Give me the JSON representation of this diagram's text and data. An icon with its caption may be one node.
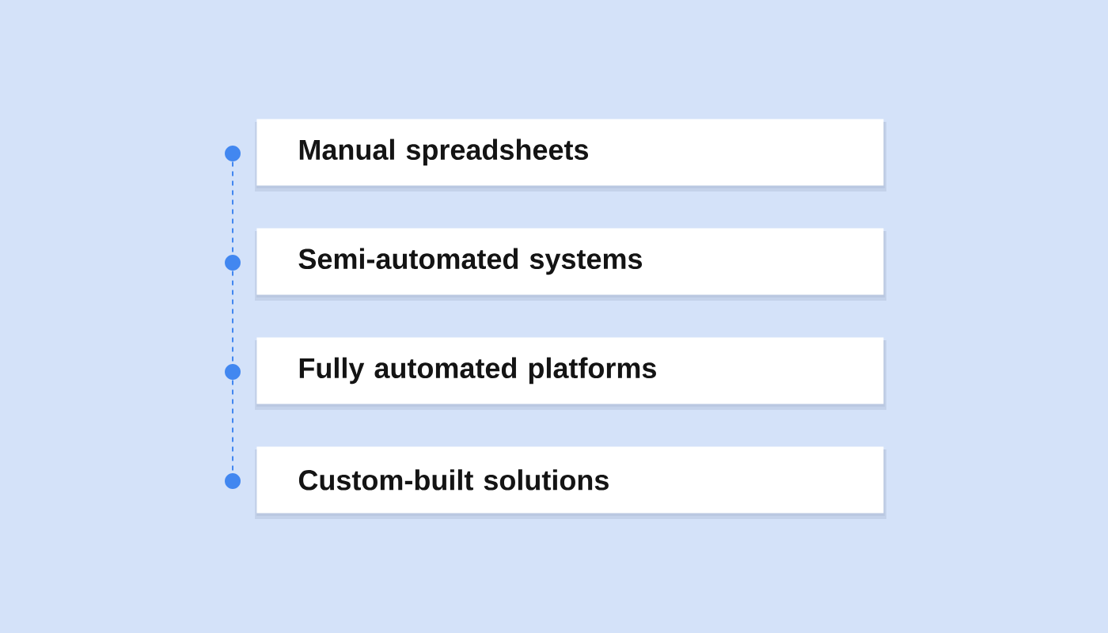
{
  "diagram": {
    "nodes": [
      {
        "text": [
          "Manual spreadsheets"
        ]
      },
      {
        "text": [
          "Semi-automated systems"
        ]
      },
      {
        "text": [
          "Fully automated platforms"
        ]
      },
      {
        "text": [
          "Custom-built solutions"
        ]
      },
      {
        "text": [],
        "shape": "circle"
      },
      {
        "text": [],
        "shape": "circle"
      },
      {
        "text": [],
        "shape": "circle"
      },
      {
        "text": [],
        "shape": "circle"
      }
    ],
    "edges": [
      {
        "from": 4,
        "to": 5,
        "arrow": "none",
        "style": "dashed"
      },
      {
        "from": 5,
        "to": 6,
        "arrow": "none",
        "style": "dashed"
      },
      {
        "from": 6,
        "to": 7,
        "arrow": "none",
        "style": "dashed"
      }
    ]
  }
}
